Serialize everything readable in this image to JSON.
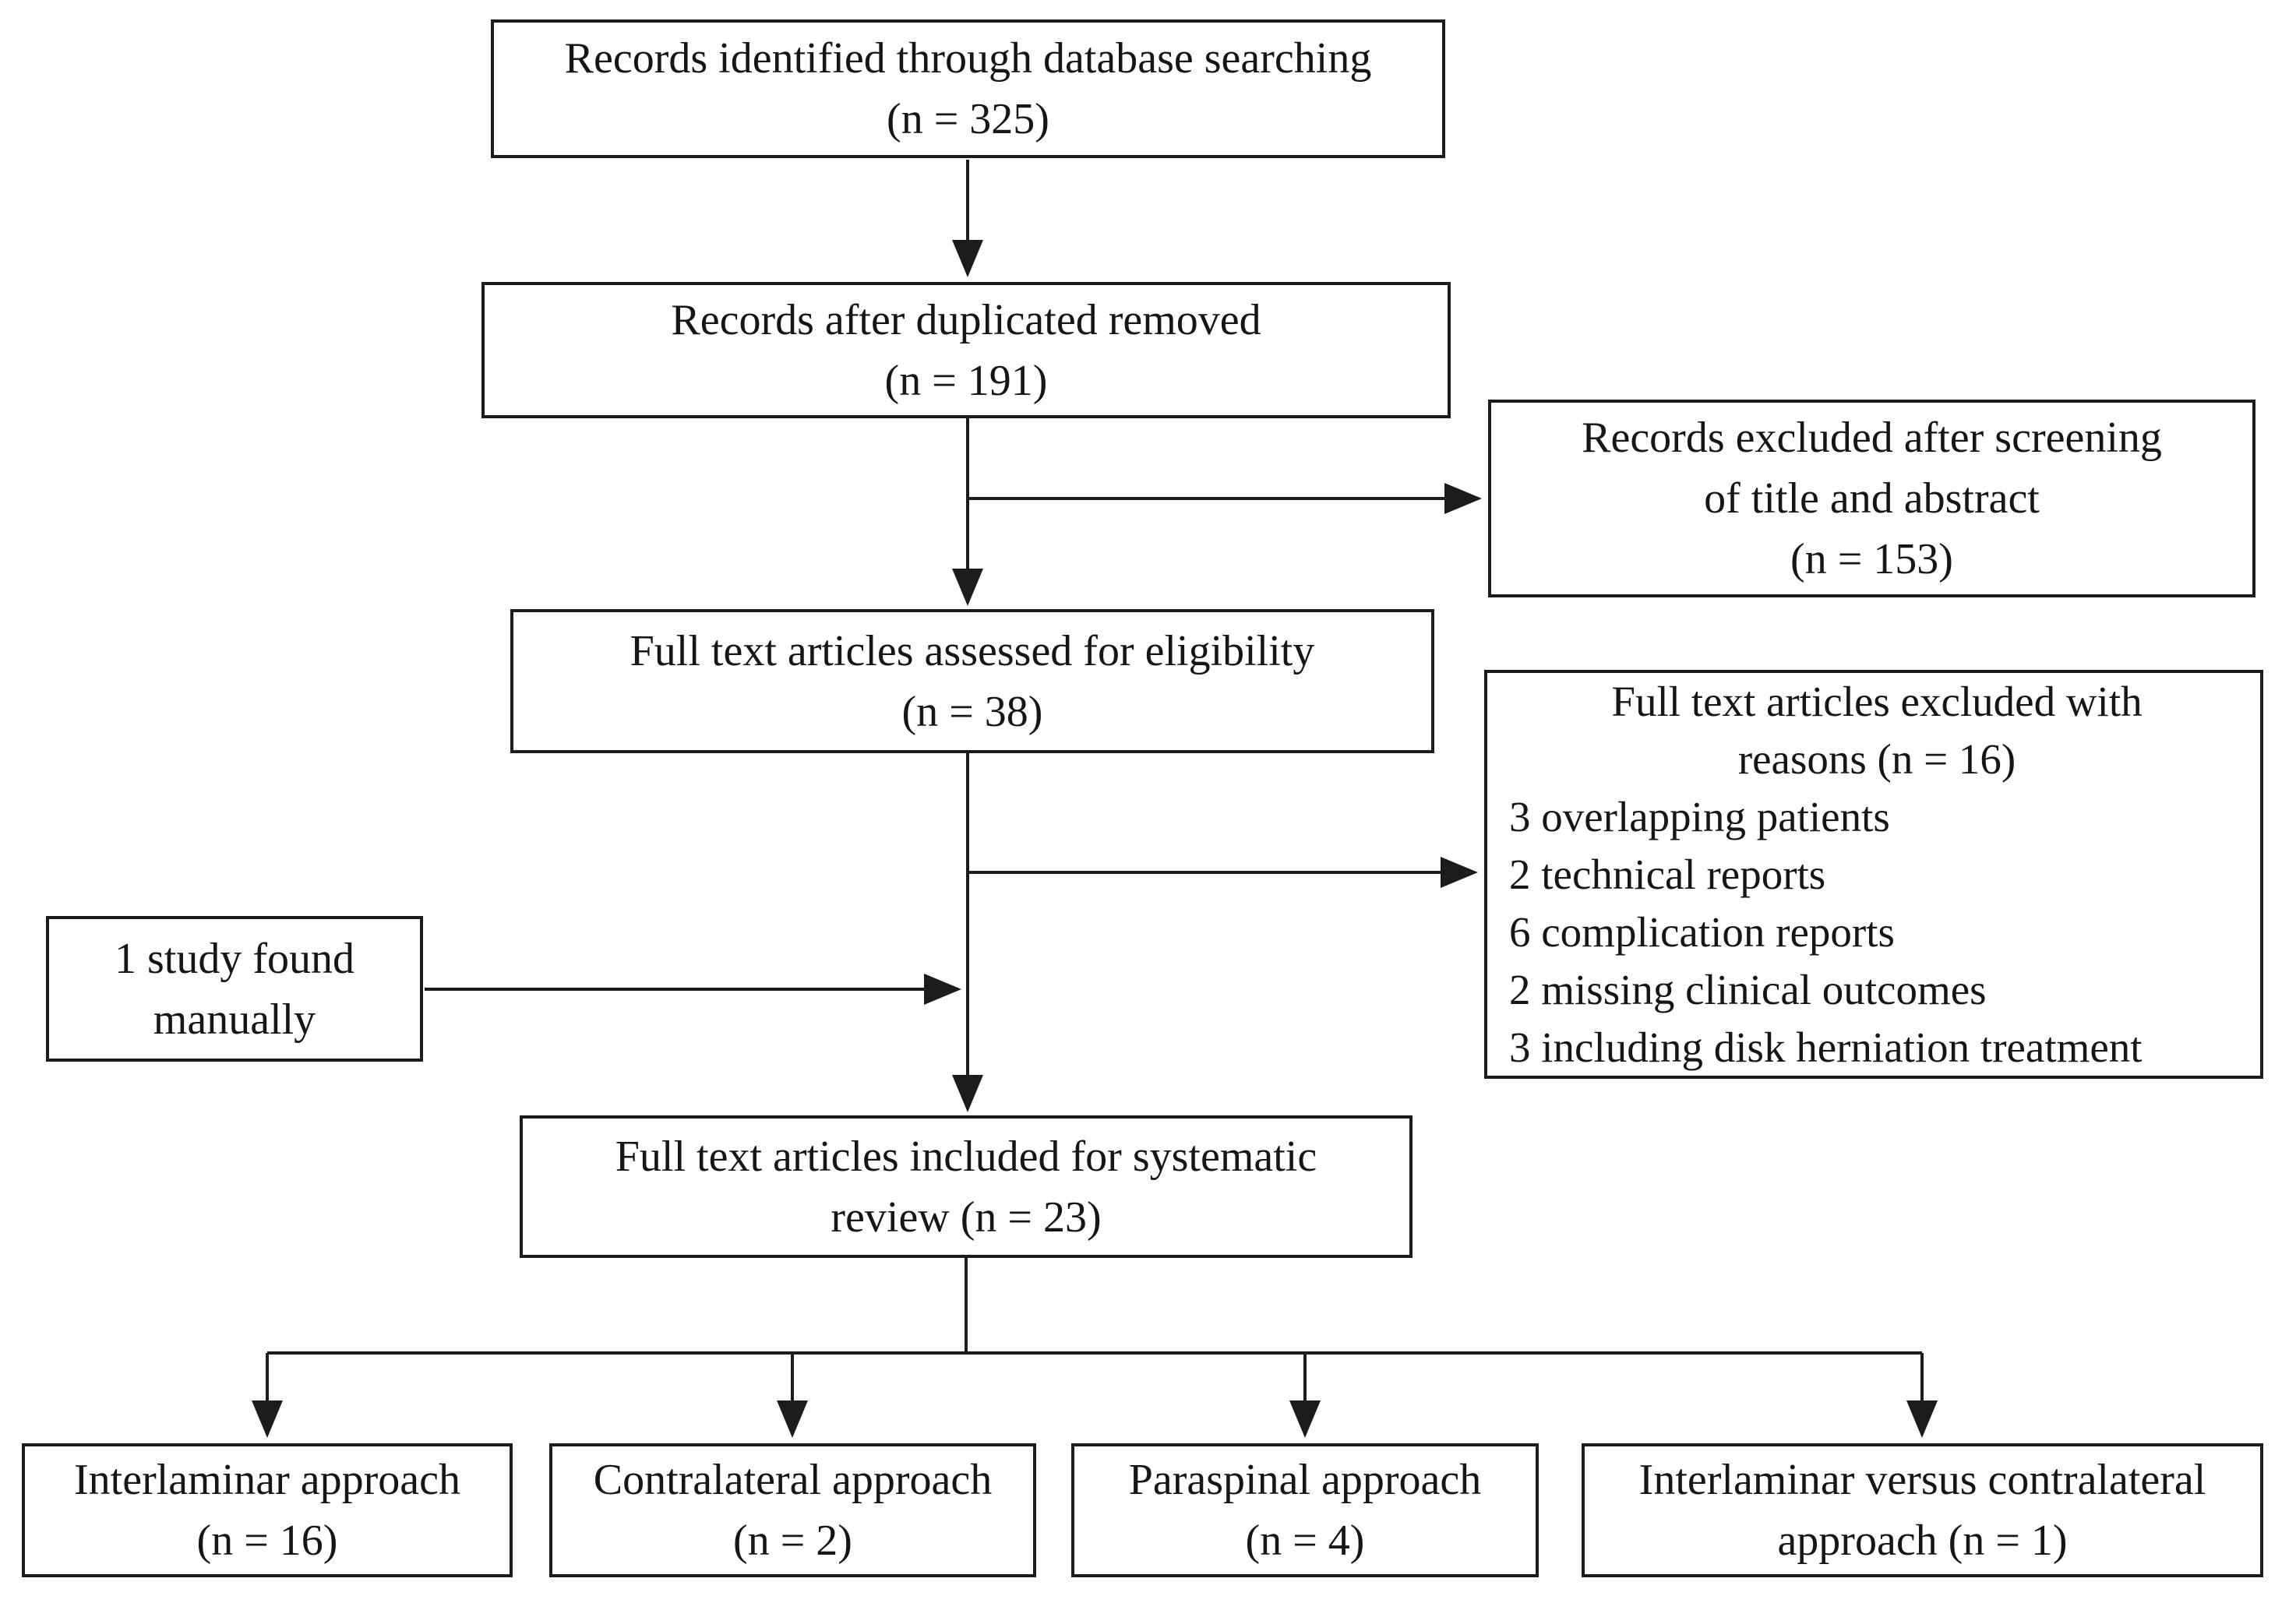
{
  "diagram": {
    "type": "prisma-flowchart",
    "colors": {
      "line": "#1c1c1c",
      "text": "#161616",
      "background": "#ffffff"
    },
    "boxes": {
      "records_identified": {
        "line1": "Records identified through database searching",
        "line2": "(n = 325)"
      },
      "records_deduped": {
        "line1": "Records after duplicated removed",
        "line2": "(n = 191)"
      },
      "excluded_screening": {
        "line1": "Records excluded after screening",
        "line2": "of title and abstract",
        "line3": "(n = 153)"
      },
      "fulltext_assessed": {
        "line1": "Full text articles assessed for eligibility",
        "line2": "(n = 38)"
      },
      "excluded_reasons": {
        "title_line1": "Full text articles excluded with",
        "title_line2": "reasons (n = 16)",
        "items": [
          "3 overlapping patients",
          "2 technical reports",
          "6 complication reports",
          "2 missing clinical outcomes",
          "3 including disk herniation treatment"
        ]
      },
      "manual_study": {
        "line1": "1 study found",
        "line2": "manually"
      },
      "included_review": {
        "line1": "Full text articles included for systematic",
        "line2": "review (n = 23)"
      },
      "interlaminar": {
        "line1": "Interlaminar approach",
        "line2": "(n = 16)"
      },
      "contralateral": {
        "line1": "Contralateral approach",
        "line2": "(n = 2)"
      },
      "paraspinal": {
        "line1": "Paraspinal approach",
        "line2": "(n = 4)"
      },
      "interlaminar_vs_contralateral": {
        "line1": "Interlaminar versus contralateral",
        "line2": "approach (n = 1)"
      }
    }
  }
}
